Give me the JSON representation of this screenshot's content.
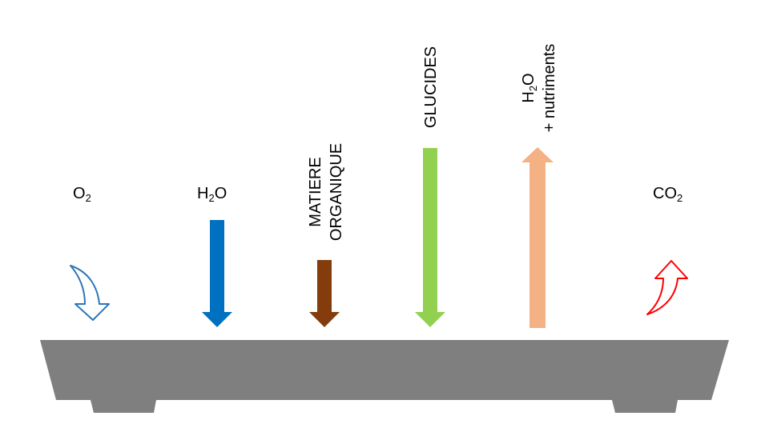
{
  "labels": {
    "o2": {
      "main": "O",
      "sub": "2"
    },
    "h2o": {
      "main": "H",
      "sub": "2",
      "tail": "O"
    },
    "matiere_line1": "MATIERE",
    "matiere_line2": "ORGANIQUE",
    "glucides": "GLUCIDES",
    "h2o_nutr": {
      "main": "H",
      "sub": "2",
      "tail": "O",
      "line2": "+ nutriments"
    },
    "co2": {
      "main": "CO",
      "sub": "2"
    }
  },
  "colors": {
    "o2_arrow": "#2E75B6",
    "h2o_arrow": "#0070C0",
    "matiere_arrow": "#843C0C",
    "glucides_arrow": "#92D050",
    "nutriments_arrow": "#F4B183",
    "co2_arrow": "#FF0000",
    "tray": "#7F7F7F"
  },
  "arrows": {
    "o2": "curved-down-arrow",
    "h2o": "down-arrow",
    "matiere": "down-arrow",
    "glucides": "down-arrow",
    "nutriments": "up-arrow",
    "co2": "curved-up-arrow"
  }
}
